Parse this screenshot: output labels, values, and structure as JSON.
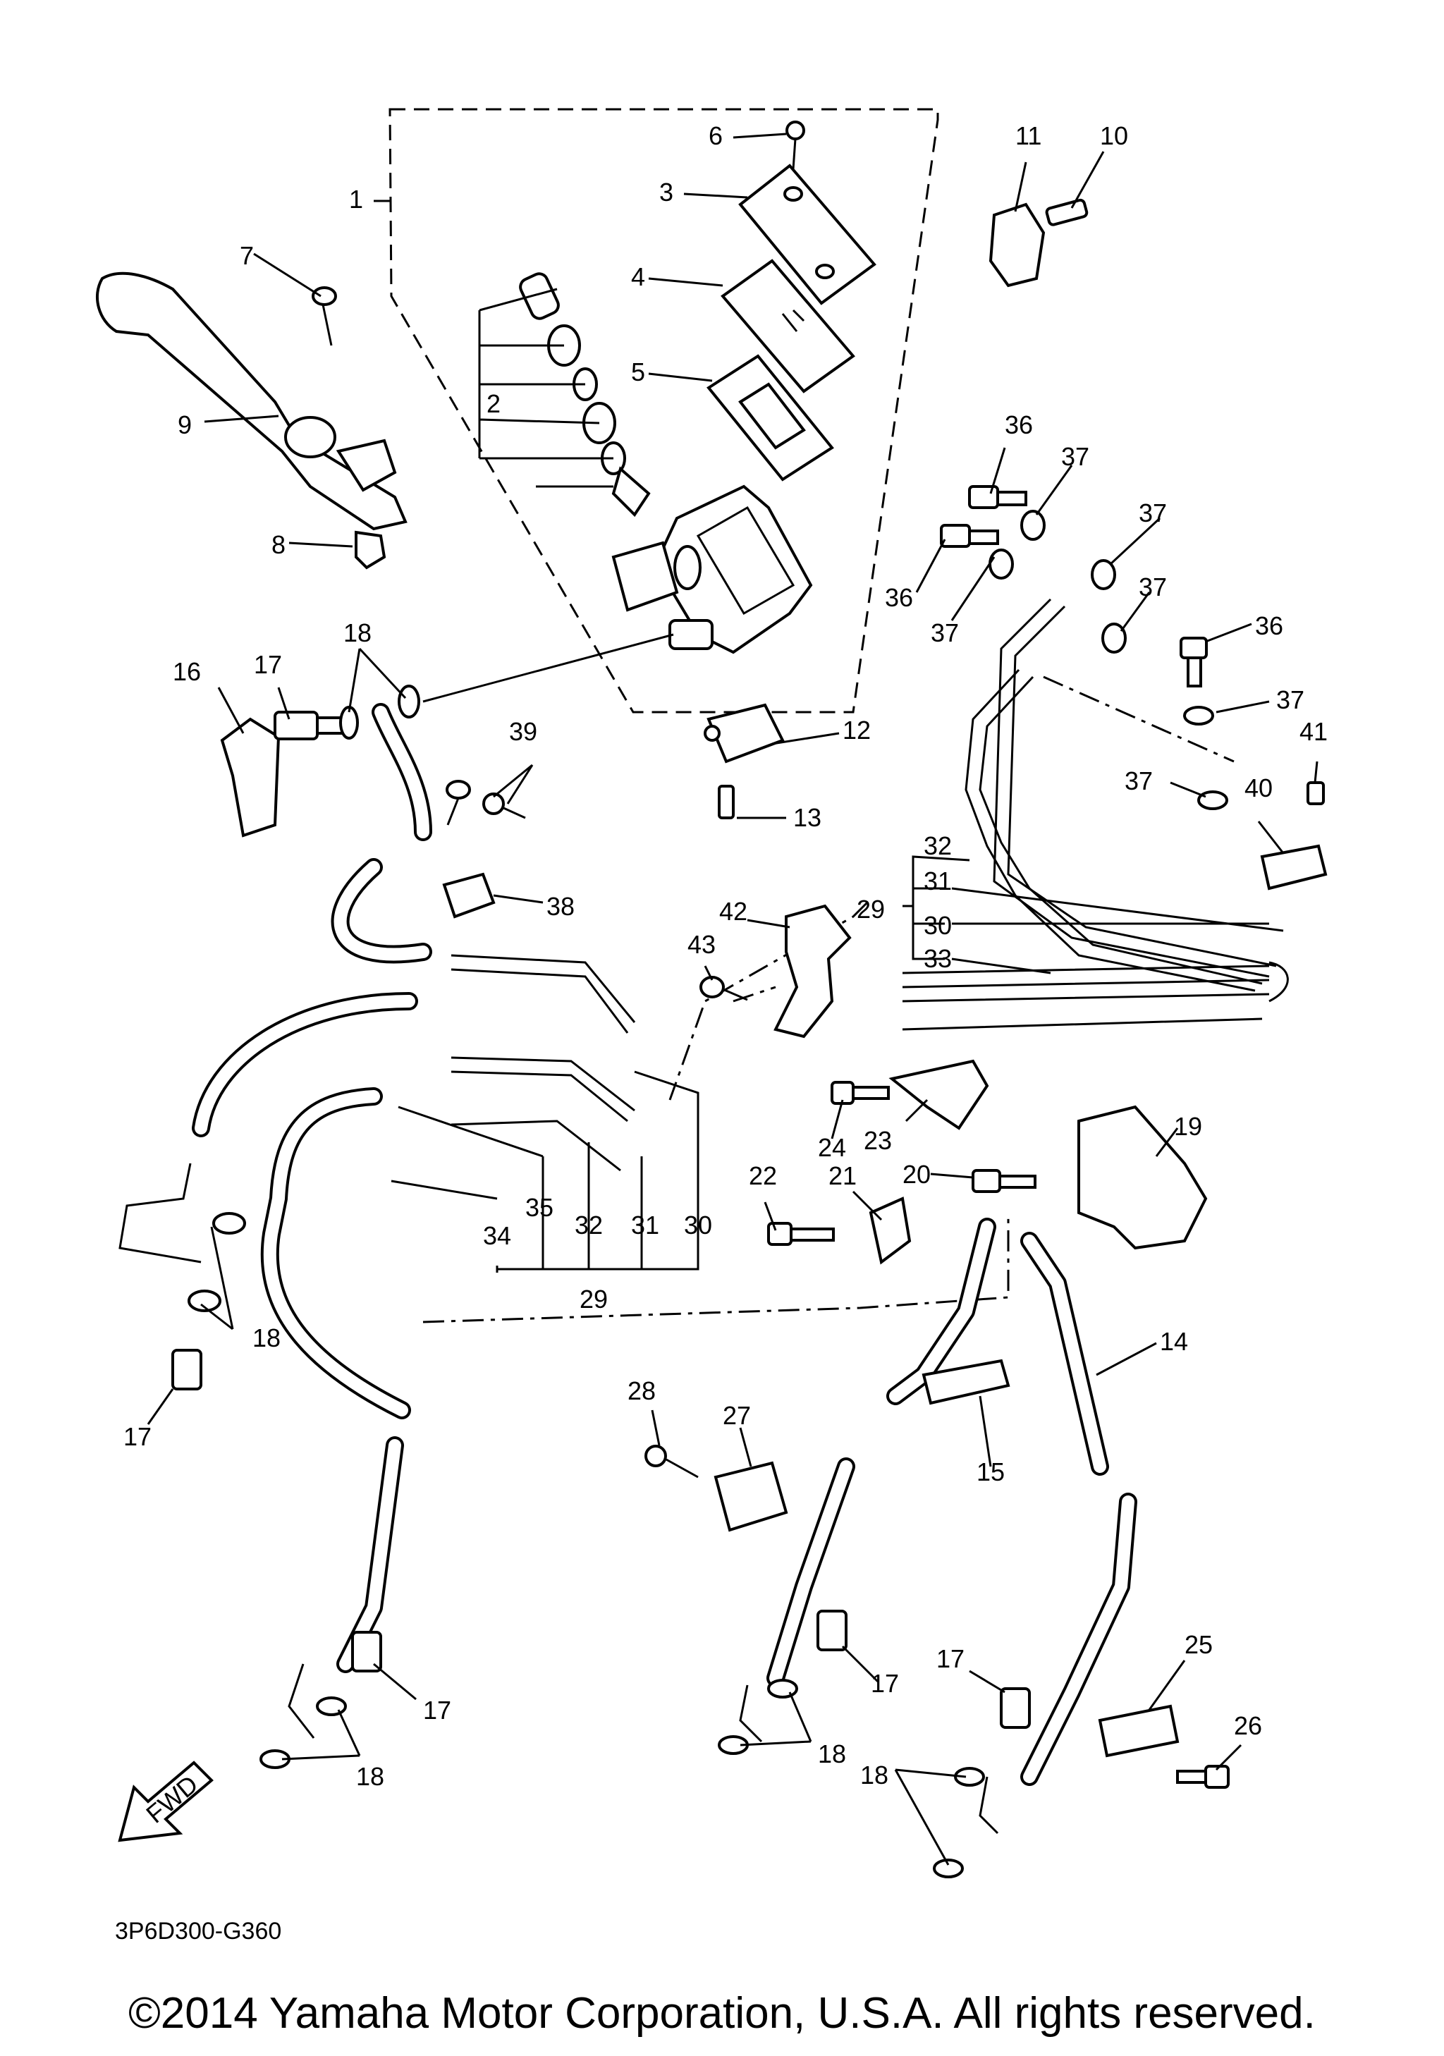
{
  "diagram": {
    "code": "3P6D300-G360",
    "fwd_label": "FWD",
    "callouts": {
      "c1": "1",
      "c2": "2",
      "c3": "3",
      "c4": "4",
      "c5": "5",
      "c6": "6",
      "c7": "7",
      "c8": "8",
      "c9": "9",
      "c10": "10",
      "c11": "11",
      "c12": "12",
      "c13": "13",
      "c14": "14",
      "c15": "15",
      "c16": "16",
      "c17": "17",
      "c18": "18",
      "c19": "19",
      "c20": "20",
      "c21": "21",
      "c22": "22",
      "c23": "23",
      "c24": "24",
      "c25": "25",
      "c26": "26",
      "c27": "27",
      "c28": "28",
      "c29": "29",
      "c30": "30",
      "c31": "31",
      "c32": "32",
      "c33": "33",
      "c34": "34",
      "c35": "35",
      "c36": "36",
      "c37": "37",
      "c38": "38",
      "c39": "39",
      "c40": "40",
      "c41": "41",
      "c42": "42",
      "c43": "43"
    }
  },
  "copyright": "©2014 Yamaha Motor Corporation, U.S.A. All rights reserved."
}
